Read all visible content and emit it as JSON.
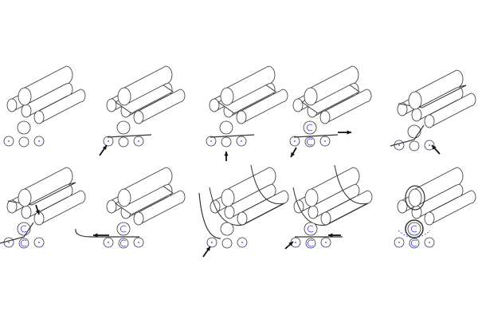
{
  "colors": {
    "line": "#333333",
    "axis_mark": "#3333ff",
    "background": "#ffffff"
  },
  "panels": [
    {
      "step": 1,
      "sheet": "none",
      "feed_arrow": "none"
    },
    {
      "step": 2,
      "sheet": "flat-under-top",
      "feed_arrow": "up-right"
    },
    {
      "step": 3,
      "sheet": "flat-through",
      "feed_arrow": "up"
    },
    {
      "step": 4,
      "sheet": "flat-through",
      "feed_arrow": "right-and-down",
      "rotation_marks": true
    },
    {
      "step": 5,
      "sheet": "bent-up",
      "feed_arrow": "up-left"
    },
    {
      "step": 6,
      "sheet": "bent-up",
      "feed_arrow": "down",
      "rotation_marks": true
    },
    {
      "step": 7,
      "sheet": "flat-out-left",
      "feed_arrow": "left",
      "rotation_marks": true
    },
    {
      "step": 8,
      "sheet": "curved-left",
      "feed_arrow": "up-right"
    },
    {
      "step": 9,
      "sheet": "curved-both",
      "feed_arrow": "left-and-up-right",
      "rotation_marks": true
    },
    {
      "step": 10,
      "sheet": "closed-cylinder",
      "feed_arrow": "none",
      "rotation_marks": true
    }
  ]
}
